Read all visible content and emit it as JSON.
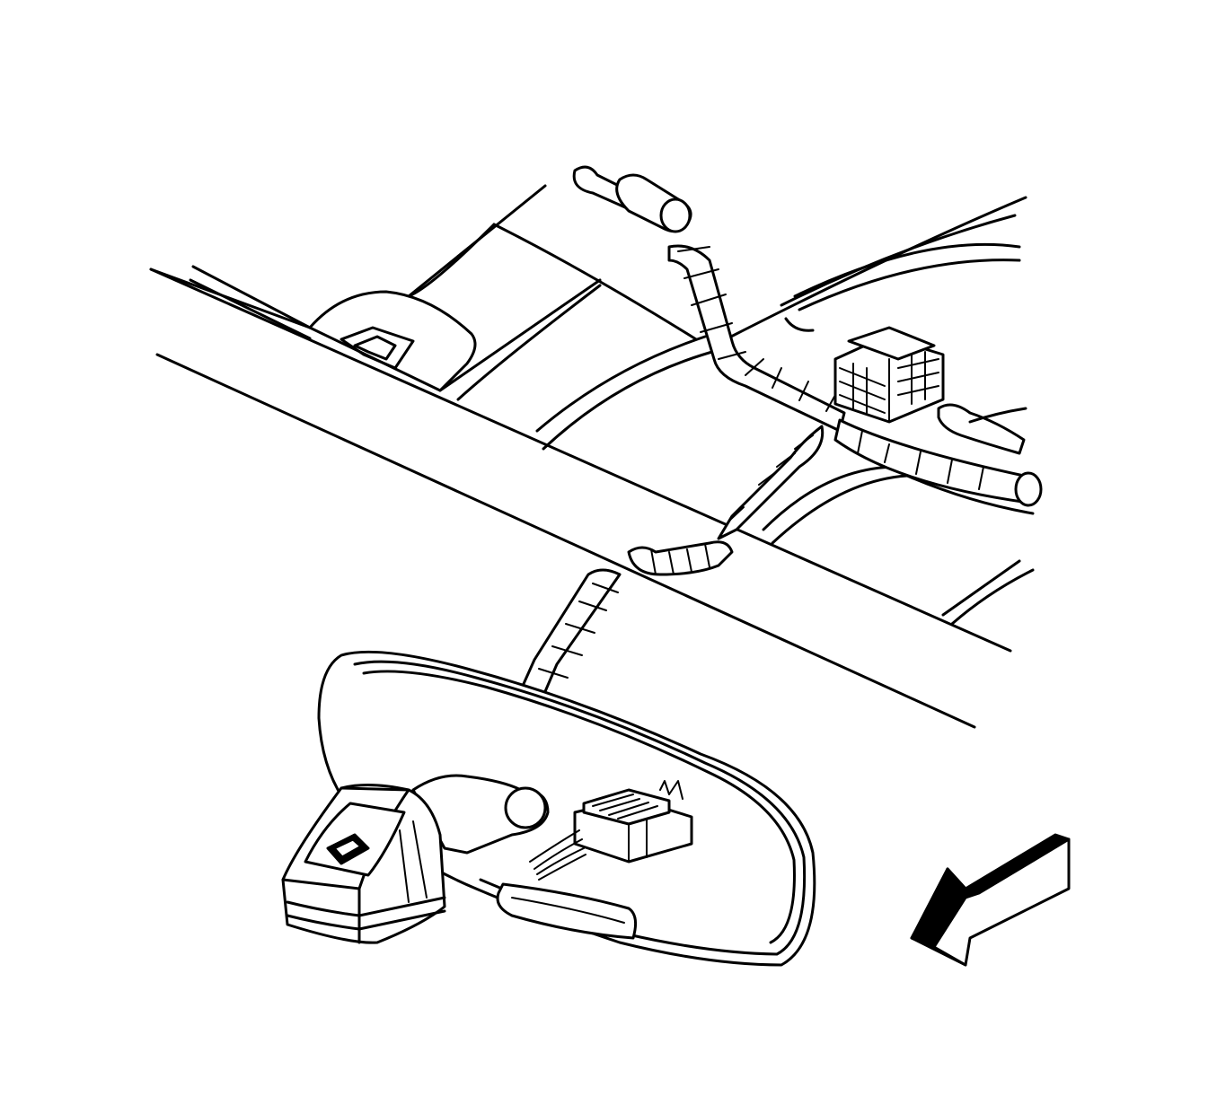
{
  "figure": {
    "description_visible_text": "",
    "stroke_color": "#000000",
    "background_color": "#ffffff"
  },
  "parts": [
    {
      "id": "headliner",
      "name": "headliner-panel"
    },
    {
      "id": "windshield-header",
      "name": "windshield-header-panel"
    },
    {
      "id": "harness",
      "name": "mirror-wiring-harness"
    },
    {
      "id": "harness-connector",
      "name": "roof-harness-connector"
    },
    {
      "id": "mirror",
      "name": "inside-rearview-mirror"
    },
    {
      "id": "mirror-mount",
      "name": "mirror-mount-base"
    },
    {
      "id": "mirror-connector",
      "name": "mirror-electrical-connector"
    },
    {
      "id": "direction-arrow",
      "name": "view-direction-arrow",
      "icon": "arrow-down-left-icon"
    }
  ]
}
